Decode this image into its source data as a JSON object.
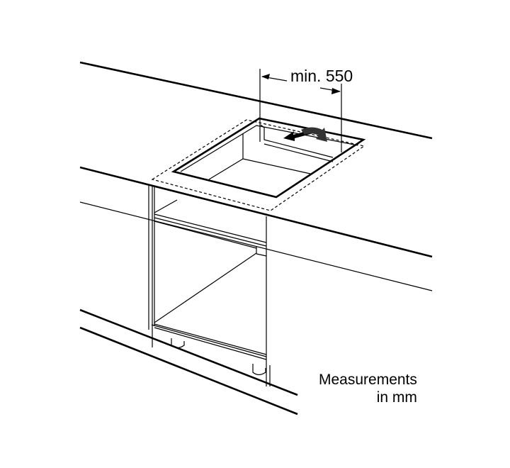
{
  "dimension": {
    "label": "min. 550"
  },
  "note": {
    "line1": "Measurements",
    "line2": "in mm"
  },
  "colors": {
    "line": "#000000",
    "background": "#ffffff"
  }
}
